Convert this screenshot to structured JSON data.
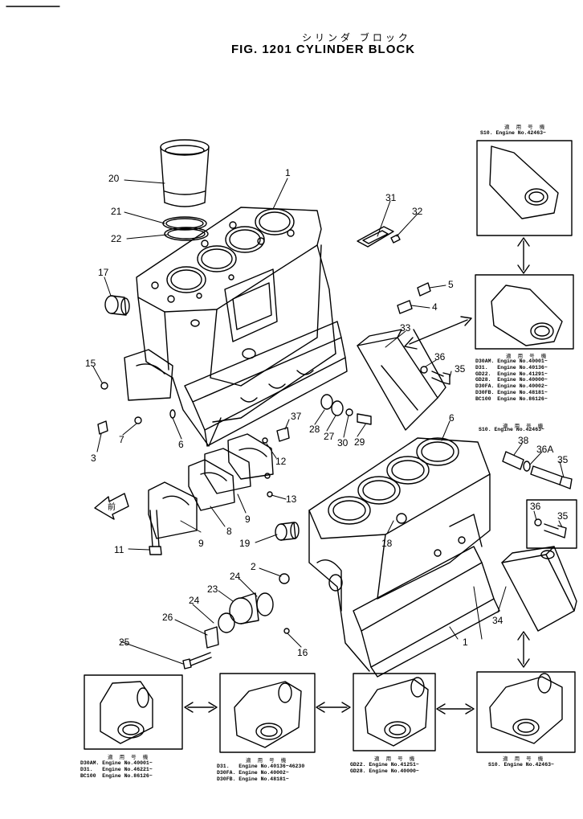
{
  "header": {
    "title_jp": "シリンダ ブロック",
    "title_en": "FIG. 1201  CYLINDER  BLOCK"
  },
  "callouts": [
    {
      "id": "c1",
      "text": "1"
    },
    {
      "id": "c2",
      "text": "2"
    },
    {
      "id": "c3",
      "text": "3"
    },
    {
      "id": "c4",
      "text": "4"
    },
    {
      "id": "c5",
      "text": "5"
    },
    {
      "id": "c6",
      "text": "6"
    },
    {
      "id": "c6b",
      "text": "6"
    },
    {
      "id": "c7",
      "text": "7"
    },
    {
      "id": "c8",
      "text": "8"
    },
    {
      "id": "c9",
      "text": "9"
    },
    {
      "id": "c9b",
      "text": "9"
    },
    {
      "id": "c11",
      "text": "11"
    },
    {
      "id": "c12",
      "text": "12"
    },
    {
      "id": "c13",
      "text": "13"
    },
    {
      "id": "c15",
      "text": "15"
    },
    {
      "id": "c16",
      "text": "16"
    },
    {
      "id": "c17",
      "text": "17"
    },
    {
      "id": "c18",
      "text": "18"
    },
    {
      "id": "c19",
      "text": "19"
    },
    {
      "id": "c20",
      "text": "20"
    },
    {
      "id": "c21",
      "text": "21"
    },
    {
      "id": "c22",
      "text": "22"
    },
    {
      "id": "c23",
      "text": "23"
    },
    {
      "id": "c24",
      "text": "24"
    },
    {
      "id": "c24b",
      "text": "24"
    },
    {
      "id": "c25",
      "text": "25"
    },
    {
      "id": "c26",
      "text": "26"
    },
    {
      "id": "c27",
      "text": "27"
    },
    {
      "id": "c28",
      "text": "28"
    },
    {
      "id": "c29",
      "text": "29"
    },
    {
      "id": "c30",
      "text": "30"
    },
    {
      "id": "c31",
      "text": "31"
    },
    {
      "id": "c32",
      "text": "32"
    },
    {
      "id": "c33",
      "text": "33"
    },
    {
      "id": "c34",
      "text": "34"
    },
    {
      "id": "c35a",
      "text": "35"
    },
    {
      "id": "c35b",
      "text": "35"
    },
    {
      "id": "c35c",
      "text": "35"
    },
    {
      "id": "c36a",
      "text": "36"
    },
    {
      "id": "c36b",
      "text": "36"
    },
    {
      "id": "c36A",
      "text": "36A"
    },
    {
      "id": "c37",
      "text": "37"
    },
    {
      "id": "c38",
      "text": "38"
    },
    {
      "id": "c1b",
      "text": "1"
    },
    {
      "id": "c6c",
      "text": "6"
    }
  ],
  "applicability": {
    "heading": "適 用 号 機",
    "top_right_1": "S10. Engine No.42463~",
    "right_mid": "D30AM. Engine No.40001~\nD31.   Engine No.40136~\nGD22.  Engine No.41291~\nGD28.  Engine No.40000~\nD30FA. Engine No.40002~\nD30FB. Engine No.48181~\nBC100  Engine No.86126~",
    "right_mid_2": "S10. Engine No.42463~",
    "bottom_1": "D30AM. Engine No.40001~\nD31.   Engine No.46221~\nBC100  Engine No.86126~",
    "bottom_2": "D31.   Engine No.40136~46230\nD30FA. Engine No.40002~\nD30FB. Engine No.48181~",
    "bottom_3": "GD22. Engine No.41251~\nGD28. Engine No.40000~",
    "bottom_4": "S10. Engine No.42463~"
  },
  "front_marker": "前"
}
